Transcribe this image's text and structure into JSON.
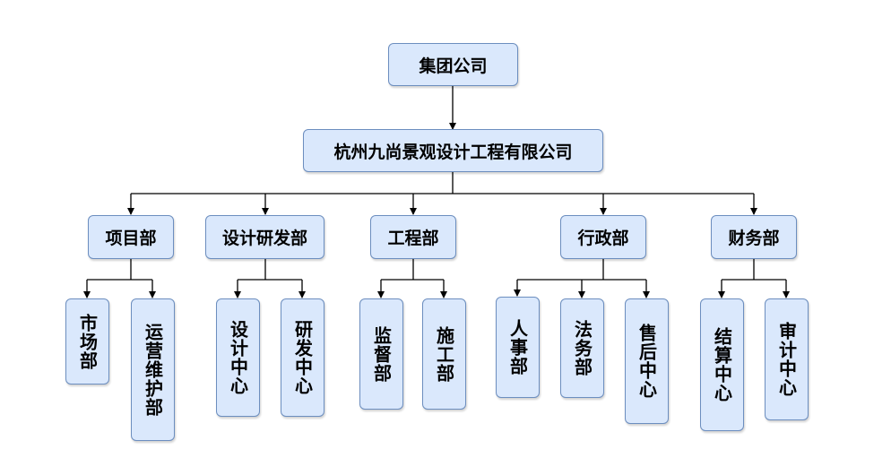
{
  "root": {
    "label": "集团公司"
  },
  "company": {
    "label": "杭州九尚景观设计工程有限公司"
  },
  "departments": [
    {
      "label": "项目部",
      "subs": [
        "市场部",
        "运营维护部"
      ]
    },
    {
      "label": "设计研发部",
      "subs": [
        "设计中心",
        "研发中心"
      ]
    },
    {
      "label": "工程部",
      "subs": [
        "监督部",
        "施工部"
      ]
    },
    {
      "label": "行政部",
      "subs": [
        "人事部",
        "法务部",
        "售后中心"
      ]
    },
    {
      "label": "财务部",
      "subs": [
        "结算中心",
        "审计中心"
      ]
    }
  ],
  "colors": {
    "node_fill": "#dae8fc",
    "node_border": "#6c8ebf",
    "connector": "#000000"
  }
}
